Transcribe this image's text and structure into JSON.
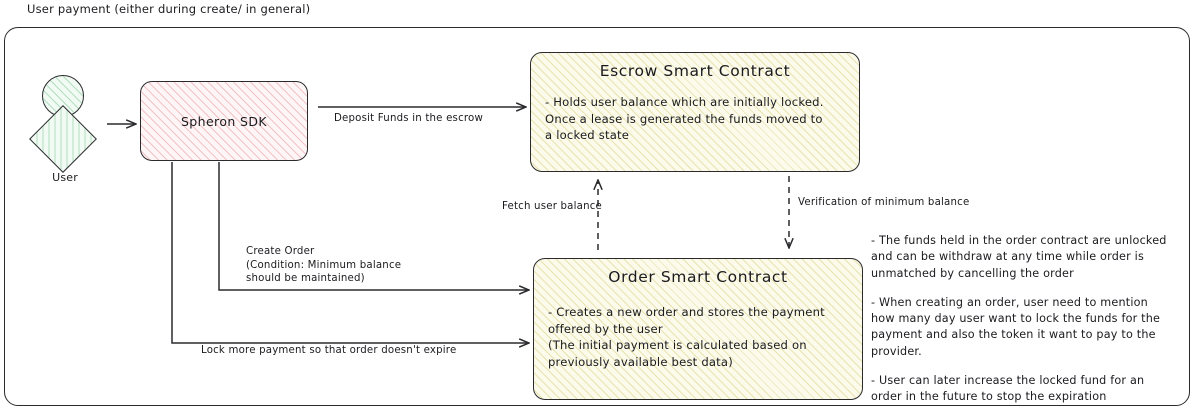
{
  "diagram": {
    "title": "User payment (either during create/ in general)",
    "actor": {
      "label": "User",
      "head_icon": "person-head-icon",
      "body_icon": "person-body-diamond-icon"
    },
    "nodes": {
      "sdk": {
        "title": "Spheron SDK",
        "fill": "#fdf5f6",
        "hatch": "#e27880"
      },
      "escrow": {
        "title": "Escrow Smart Contract",
        "body": "- Holds user balance which are initially locked.\nOnce a lease is generated the funds moved to\na locked state",
        "fill": "#fbfaeb",
        "hatch": "#cdc45a"
      },
      "order": {
        "title": "Order Smart Contract",
        "body": "- Creates a new order and stores the payment\noffered by the user\n(The initial payment is calculated based on\npreviously available best data)",
        "fill": "#fbfaeb",
        "hatch": "#cdc45a"
      }
    },
    "edges": {
      "user_to_sdk": {
        "label": ""
      },
      "sdk_to_escrow": {
        "label": "Deposit Funds in the escrow",
        "style": "solid"
      },
      "sdk_to_order_create": {
        "label": "Create Order\n(Condition: Minimum balance\nshould be maintained)",
        "style": "solid"
      },
      "sdk_to_order_lock": {
        "label": "Lock more payment so that order doesn't expire",
        "style": "solid"
      },
      "order_to_escrow_fetch": {
        "label": "Fetch user balance",
        "style": "dashed"
      },
      "escrow_to_order_verify": {
        "label": "Verification of minimum balance",
        "style": "dashed"
      }
    },
    "side_notes": [
      "- The funds held in the order contract are unlocked\nand can be withdraw at any time while order is\nunmatched by cancelling the order",
      "- When creating an order, user need to mention\nhow many day user want to lock the funds for the\npayment and also the token it want to pay to the\nprovider.",
      "- User can later increase the locked fund for an\norder in the future to stop the expiration"
    ],
    "colors": {
      "stroke": "#2b2b2e",
      "text": "#1b1b1f",
      "actor_fill": "#f2faf4",
      "actor_hatch": "#7ec896"
    }
  }
}
